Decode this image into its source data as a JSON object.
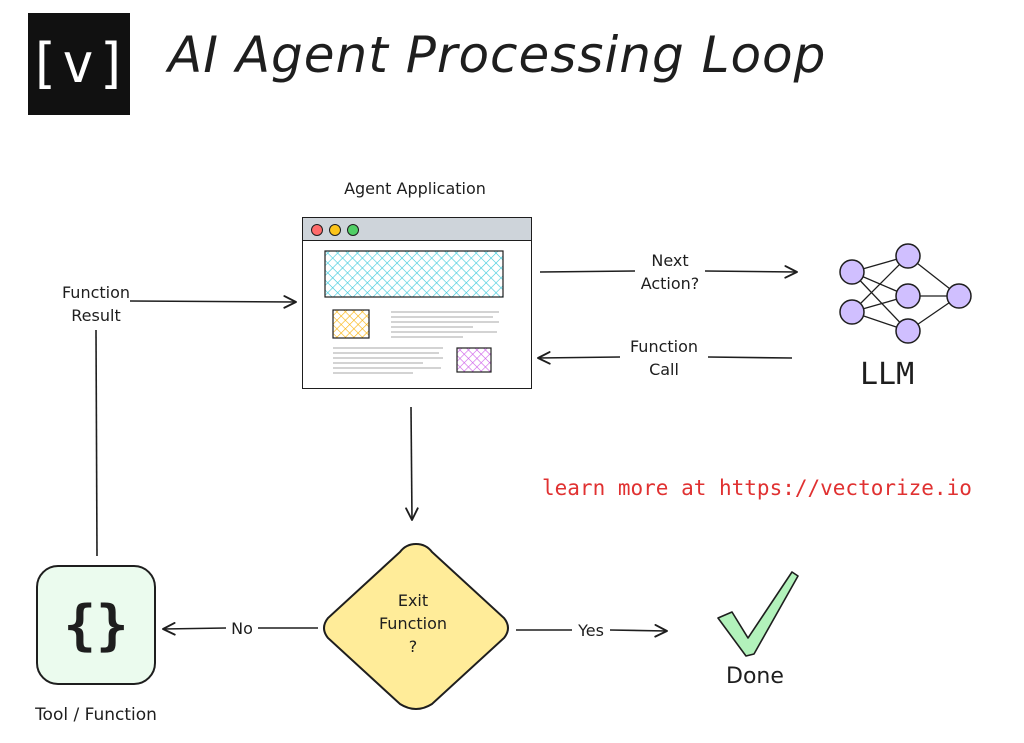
{
  "header": {
    "logo_text": "[v]",
    "title": "AI Agent Processing Loop"
  },
  "nodes": {
    "agent_app": {
      "label": "Agent Application"
    },
    "llm": {
      "label": "LLM"
    },
    "tool": {
      "label": "Tool / Function",
      "symbol": "{}"
    },
    "decision": {
      "line1": "Exit",
      "line2": "Function",
      "line3": "?"
    },
    "done": {
      "label": "Done"
    }
  },
  "edges": {
    "next_action": {
      "line1": "Next",
      "line2": "Action?"
    },
    "function_call": {
      "line1": "Function",
      "line2": "Call"
    },
    "function_result": {
      "line1": "Function",
      "line2": "Result"
    },
    "no": {
      "label": "No"
    },
    "yes": {
      "label": "Yes"
    }
  },
  "cta": {
    "text": "learn more at https://vectorize.io"
  },
  "colors": {
    "stroke": "#1e1e1e",
    "llm_node": "#d0bfff",
    "decision_fill": "#ffec99",
    "tool_fill": "#ebfbee",
    "check_fill": "#b2f2bb",
    "cta_text": "#e03131",
    "window_hatch": "#3bc9db",
    "orange_hatch": "#fab005",
    "purple_hatch": "#cc5de8",
    "dot_red": "#ff6b6b",
    "dot_yellow": "#fcc419",
    "dot_green": "#51cf66",
    "titlebar": "#ced4da"
  }
}
